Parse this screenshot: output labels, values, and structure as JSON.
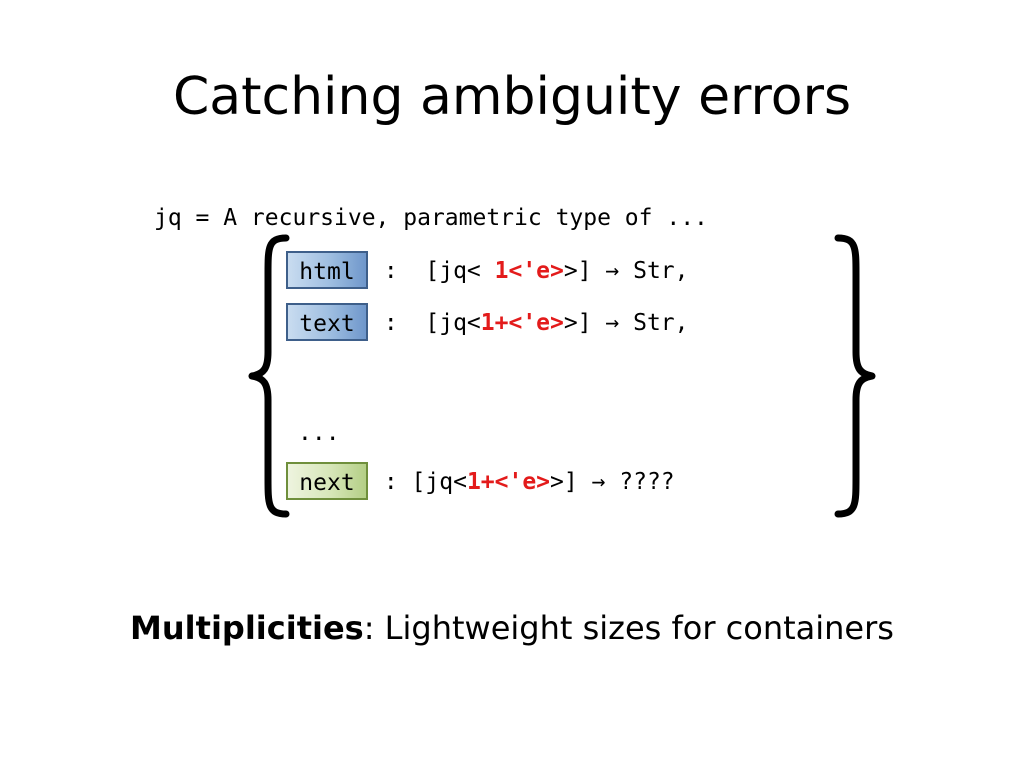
{
  "slide": {
    "title": "Catching ambiguity errors",
    "definition_line": "jq = A recursive, parametric type of ...",
    "rows": [
      {
        "field": "html",
        "sep": " :  [jq< ",
        "mult": "1<'e>",
        "tail": ">] → Str,"
      },
      {
        "field": "text",
        "sep": " :  [jq<",
        "mult": "1+<'e>",
        "tail": ">] → Str,"
      },
      {
        "field": "next",
        "sep": " : [jq<",
        "mult": "1+<'e>",
        "tail": ">] → ????"
      }
    ],
    "ellipsis": "...",
    "subtitle_bold": "Multiplicities",
    "subtitle_rest": ": Lightweight sizes for containers"
  },
  "colors": {
    "multiplicity": "#e31b1b",
    "field_blue": "#9dbde0",
    "field_green": "#d6e6b8"
  },
  "icons": {
    "left": "left-curly-brace",
    "right": "right-curly-brace"
  }
}
